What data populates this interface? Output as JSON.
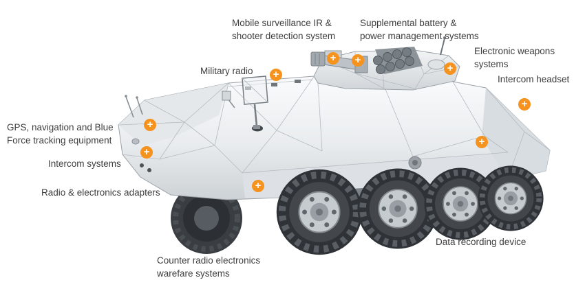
{
  "figure": {
    "marker_symbol": "+",
    "marker_color": "#F6921E",
    "text_color": "#3D3D3D",
    "background_color": "#FFFFFF"
  },
  "callouts": {
    "mobile_surveillance": {
      "label": "Mobile surveillance IR &\nshooter detection system"
    },
    "supplemental_battery": {
      "label": "Supplemental battery &\npower management systems"
    },
    "electronic_weapons": {
      "label": "Electronic weapons\nsystems"
    },
    "intercom_headset": {
      "label": "Intercom headset"
    },
    "military_radio": {
      "label": "Military radio"
    },
    "gps_navigation": {
      "label": "GPS, navigation and Blue\nForce tracking equipment"
    },
    "intercom_systems": {
      "label": "Intercom systems"
    },
    "radio_adapters": {
      "label": "Radio & electronics adapters"
    },
    "counter_radio": {
      "label": "Counter radio electronics\nwarefare systems"
    },
    "data_recording": {
      "label": "Data recording device"
    }
  }
}
